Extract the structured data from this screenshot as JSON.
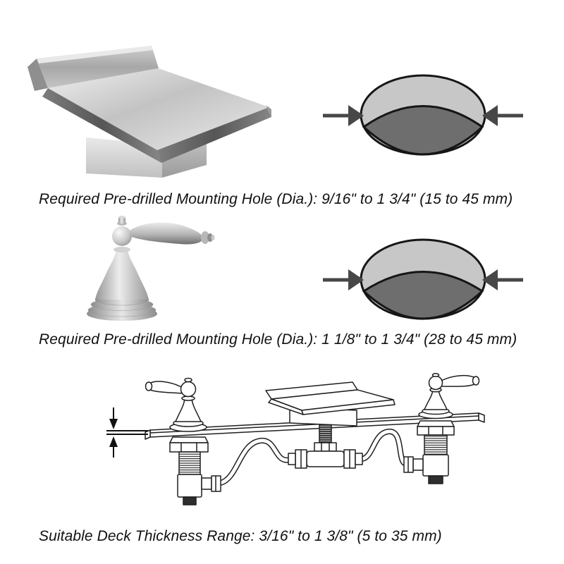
{
  "sections": {
    "spout": {
      "caption": "Required Pre-drilled Mounting Hole (Dia.): 9/16\" to 1 3/4\" (15 to 45 mm)",
      "hole_min": "9/16\"",
      "hole_max": "1 3/4\"",
      "hole_min_mm": "15",
      "hole_max_mm": "45"
    },
    "handle": {
      "caption": "Required Pre-drilled Mounting Hole (Dia.): 1 1/8\" to 1 3/4\" (28 to 45 mm)",
      "hole_min": "1 1/8\"",
      "hole_max": "1 3/4\"",
      "hole_min_mm": "28",
      "hole_max_mm": "45"
    },
    "installation": {
      "caption": "Suitable Deck Thickness Range: 3/16\" to 1 3/8\" (5 to 35 mm)",
      "thickness_min": "3/16\"",
      "thickness_max": "1 3/8\"",
      "thickness_min_mm": "5",
      "thickness_max_mm": "35"
    }
  },
  "colors": {
    "background": "#ffffff",
    "hole_top_gray": "#c7c7c7",
    "hole_bottom_gray": "#6e6e6e",
    "outline_black": "#161616",
    "arrow_gray": "#474747",
    "line_art": "#1f1f1f",
    "text": "#111111"
  }
}
